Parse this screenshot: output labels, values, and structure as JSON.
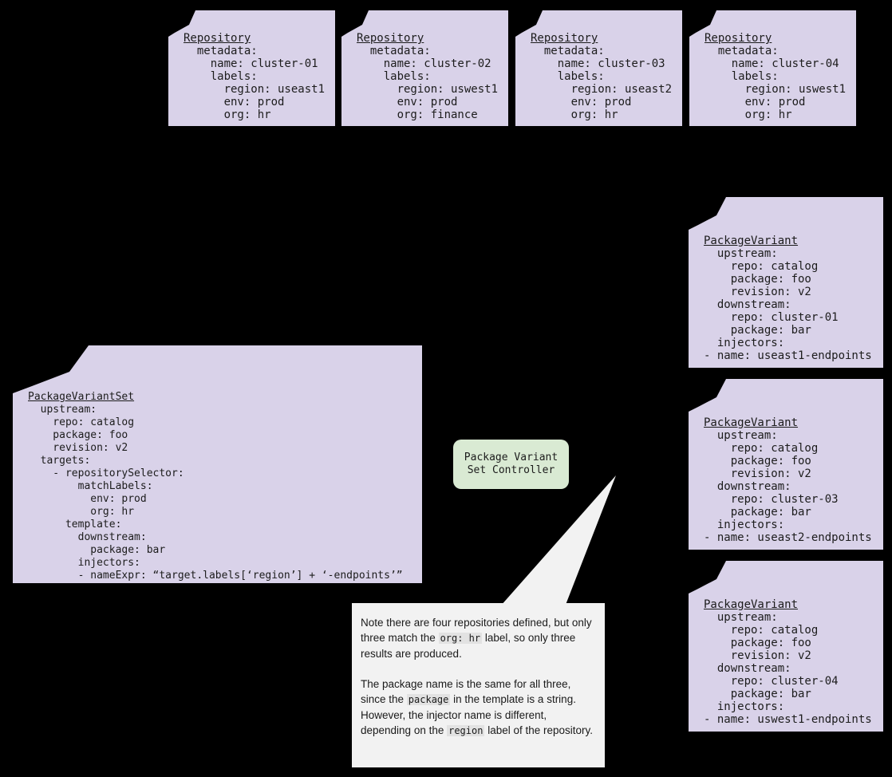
{
  "colors": {
    "background": "#000000",
    "card_fill": "#d9d2e9",
    "controller_fill": "#d9ead3",
    "note_fill": "#f2f2f2",
    "code_highlight": "#e2e2e2",
    "text": "#1c1c1c"
  },
  "repositories": [
    {
      "title": "Repository",
      "yaml": "  metadata:\n    name: cluster-01\n    labels:\n      region: useast1\n      env: prod\n      org: hr"
    },
    {
      "title": "Repository",
      "yaml": "  metadata:\n    name: cluster-02\n    labels:\n      region: uswest1\n      env: prod\n      org: finance"
    },
    {
      "title": "Repository",
      "yaml": "  metadata:\n    name: cluster-03\n    labels:\n      region: useast2\n      env: prod\n      org: hr"
    },
    {
      "title": "Repository",
      "yaml": "  metadata:\n    name: cluster-04\n    labels:\n      region: uswest1\n      env: prod\n      org: hr"
    }
  ],
  "package_variant_set": {
    "title": "PackageVariantSet",
    "yaml": "  upstream:\n    repo: catalog\n    package: foo\n    revision: v2\n  targets:\n    - repositorySelector:\n        matchLabels:\n          env: prod\n          org: hr\n      template:\n        downstream:\n          package: bar\n        injectors:\n        - nameExpr: “target.labels[‘region’] + ‘-endpoints’”"
  },
  "controller": {
    "label": "Package Variant\nSet Controller"
  },
  "package_variants": [
    {
      "title": "PackageVariant",
      "yaml": "  upstream:\n    repo: catalog\n    package: foo\n    revision: v2\n  downstream:\n    repo: cluster-01\n    package: bar\n  injectors:\n- name: useast1-endpoints"
    },
    {
      "title": "PackageVariant",
      "yaml": "  upstream:\n    repo: catalog\n    package: foo\n    revision: v2\n  downstream:\n    repo: cluster-03\n    package: bar\n  injectors:\n- name: useast2-endpoints"
    },
    {
      "title": "PackageVariant",
      "yaml": "  upstream:\n    repo: catalog\n    package: foo\n    revision: v2\n  downstream:\n    repo: cluster-04\n    package: bar\n  injectors:\n- name: uswest1-endpoints"
    }
  ],
  "note": {
    "paragraphs": [
      [
        {
          "text": "Note there are four repositories defined, but only three match the "
        },
        {
          "text": "org: hr",
          "code": true
        },
        {
          "text": " label, so only three results are produced."
        }
      ],
      [
        {
          "text": "The package name is the same for all three, since the "
        },
        {
          "text": "package",
          "code": true
        },
        {
          "text": " in the template is a string. However, the injector name is different, depending on the "
        },
        {
          "text": "region",
          "code": true
        },
        {
          "text": " label of the repository."
        }
      ]
    ]
  }
}
